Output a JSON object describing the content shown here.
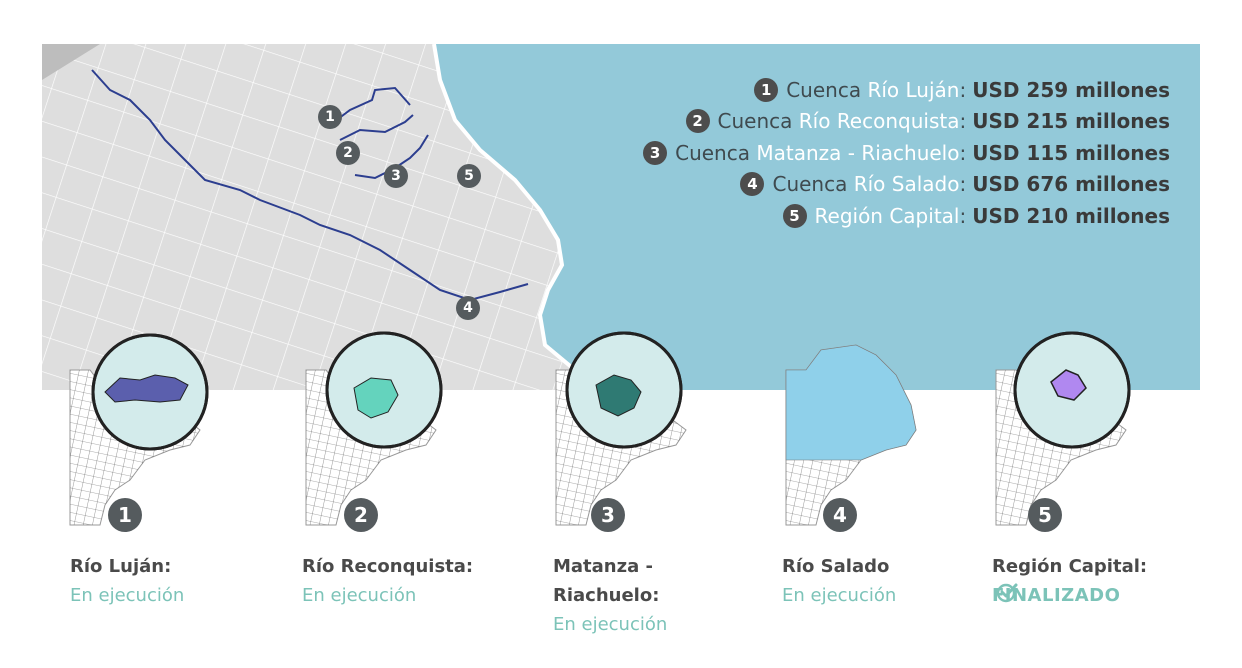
{
  "legend": [
    {
      "number": "1",
      "prefix": "Cuenca ",
      "highlight": "Río Luján",
      "suffix": ":",
      "amount": "USD 259 millones"
    },
    {
      "number": "2",
      "prefix": "Cuenca ",
      "highlight": "Río Reconquista",
      "suffix": ":",
      "amount": "USD 215 millones"
    },
    {
      "number": "3",
      "prefix": "Cuenca ",
      "highlight": "Matanza - Riachuelo",
      "suffix": ":",
      "amount": "USD 115 millones"
    },
    {
      "number": "4",
      "prefix": "Cuenca ",
      "highlight": "Río Salado",
      "suffix": ":",
      "amount": "USD 676 millones"
    },
    {
      "number": "5",
      "prefix": "",
      "highlight": "Región Capital",
      "suffix": ":",
      "amount": "USD 210 millones"
    }
  ],
  "map_markers": [
    "1",
    "2",
    "3",
    "4",
    "5"
  ],
  "cards": [
    {
      "number": "1",
      "title_line1": "Río Luján:",
      "title_line2": "",
      "status": "En ejecución",
      "highlight_color": "#5b5fad",
      "finished": false
    },
    {
      "number": "2",
      "title_line1": "Río Reconquista:",
      "title_line2": "",
      "status": "En ejecución",
      "highlight_color": "#64d3bd",
      "finished": false
    },
    {
      "number": "3",
      "title_line1": "Matanza -",
      "title_line2": "Riachuelo:",
      "status": "En ejecución",
      "highlight_color": "#2f7a73",
      "finished": false
    },
    {
      "number": "4",
      "title_line1": "Río Salado",
      "title_line2": "",
      "status": "En ejecución",
      "highlight_color": "#8fd0ea",
      "finished": false
    },
    {
      "number": "5",
      "title_line1": "Región Capital:",
      "title_line2": "",
      "status": "FINALIZADO",
      "highlight_color": "#b088f0",
      "finished": true
    }
  ],
  "colors": {
    "water": "#93c9d9",
    "land": "#dedede",
    "river": "#2c3e8f",
    "accent": "#7cc3b8",
    "badge": "#555b5e"
  }
}
